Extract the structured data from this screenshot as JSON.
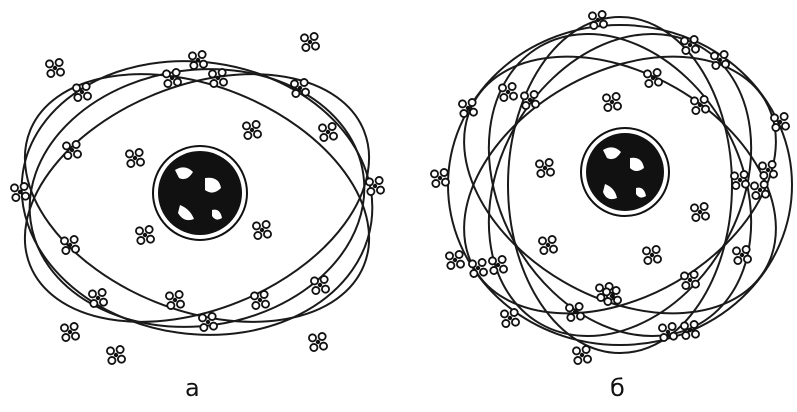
{
  "diagrams": [
    {
      "label": "а",
      "planet_icon": "earth-globe-icon",
      "satellite_icon": "satellite-icon",
      "orbit_count": 4,
      "satellites": 24
    },
    {
      "label": "б",
      "planet_icon": "earth-globe-icon",
      "satellite_icon": "satellite-icon",
      "orbit_count": 6,
      "satellites": 30
    }
  ],
  "colors": {
    "line": "#1a1a1a",
    "land": "#111111",
    "background": "#ffffff"
  }
}
